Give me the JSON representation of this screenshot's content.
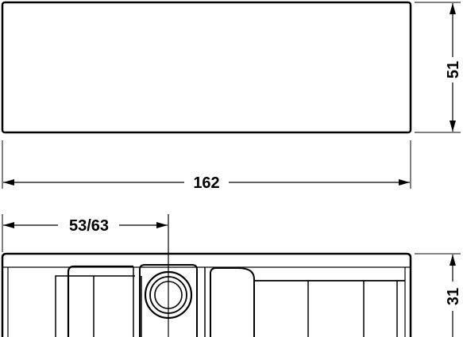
{
  "dimensions": {
    "width_top": "162",
    "height_top": "51",
    "offset_bottom": "53/63",
    "height_bottom": "31"
  },
  "colors": {
    "line": "#000000",
    "background": "#ffffff"
  }
}
